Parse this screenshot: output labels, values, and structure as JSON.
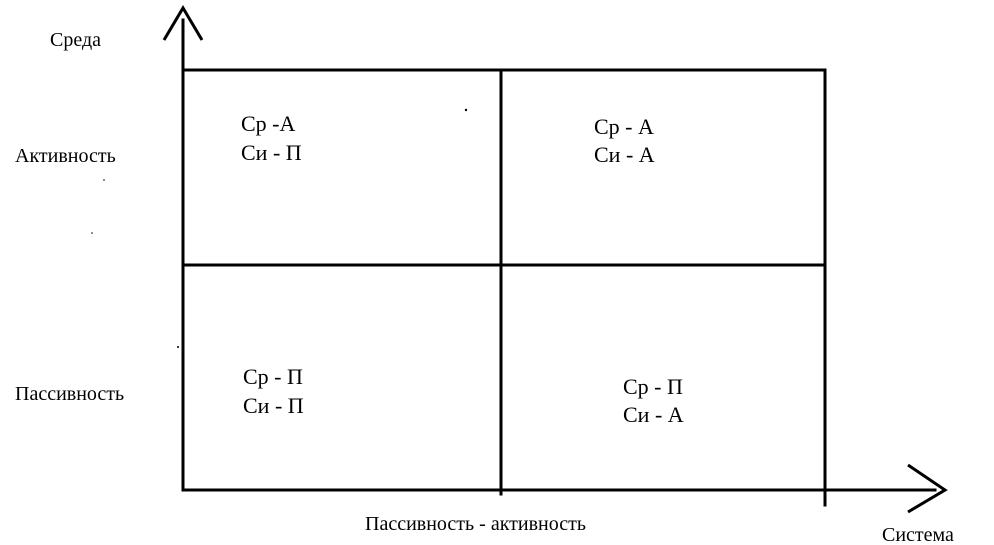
{
  "axes": {
    "y_title": "Среда",
    "x_title": "Система",
    "y_top_label": "Активность",
    "y_bottom_label": "Пассивность",
    "x_caption": "Пассивность - активность"
  },
  "cells": {
    "top_left": {
      "line1": "Ср -А",
      "line2": "Си - П"
    },
    "top_right": {
      "line1": "Ср - А",
      "line2": "Си - А"
    },
    "bottom_left": {
      "line1": "Ср - П",
      "line2": "Си - П"
    },
    "bottom_right": {
      "line1": "Ср - П",
      "line2": "Си - А"
    }
  },
  "colors": {
    "ink": "#000000",
    "background": "#ffffff"
  }
}
